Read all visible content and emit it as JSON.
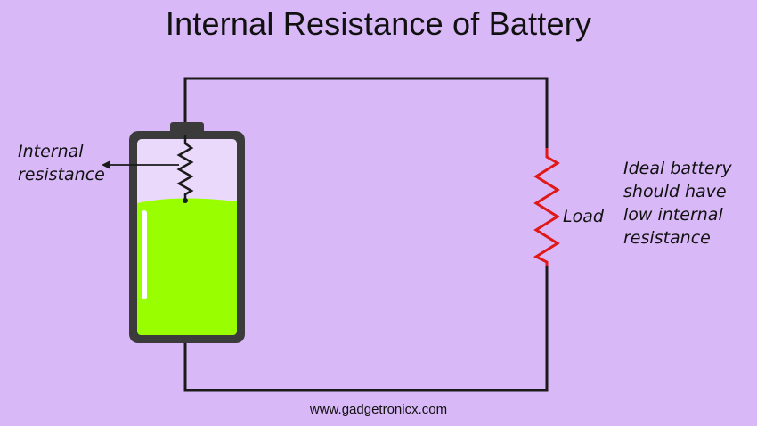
{
  "title": "Internal Resistance of Battery",
  "labels": {
    "internal_resistance": [
      "Internal",
      "resistance"
    ],
    "load": "Load",
    "note": [
      "Ideal battery",
      "should have",
      "low internal",
      "resistance"
    ]
  },
  "website": "www.gadgetronicx.com",
  "colors": {
    "background": "#d9b8f7",
    "wire": "#1a1a1a",
    "battery_case": "#3b3b3b",
    "battery_empty": "#ead9fb",
    "battery_charge": "#99ff00",
    "load_resistor": "#e01818"
  },
  "icons": {
    "battery": "battery-icon",
    "internal_resistor": "resistor-zigzag-icon",
    "load_resistor": "resistor-zigzag-icon",
    "arrow": "arrow-left-icon"
  }
}
